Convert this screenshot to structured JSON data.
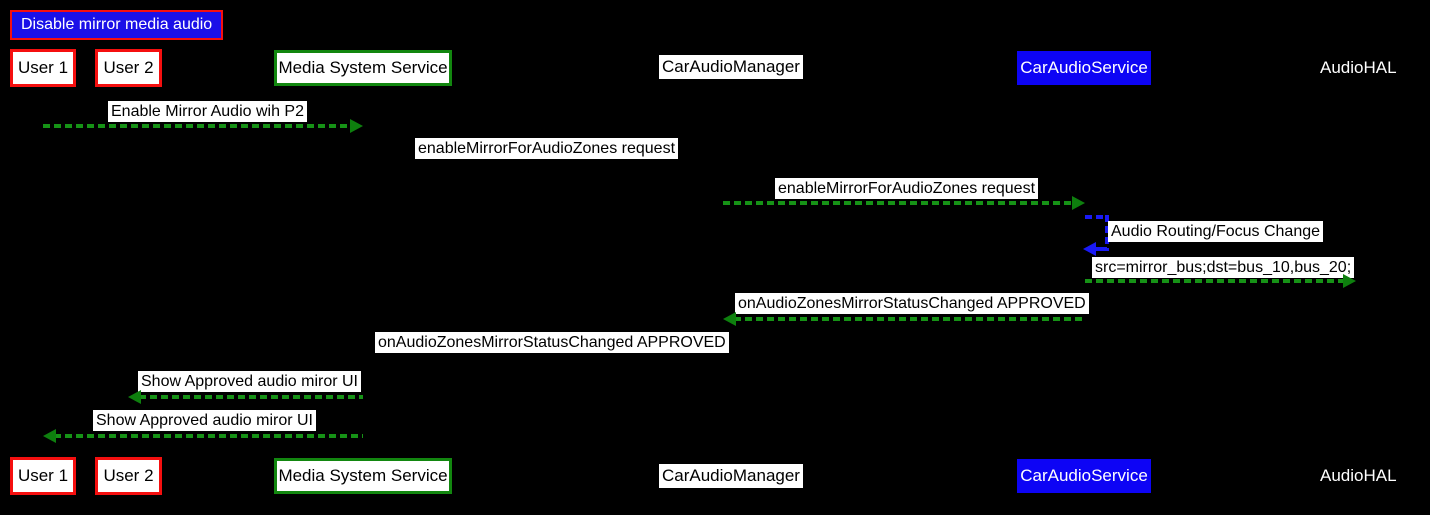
{
  "diagram": {
    "type": "sequence-diagram",
    "title": "Disable mirror media audio",
    "actors": [
      {
        "id": "user1",
        "label": "User 1",
        "style": "red-box"
      },
      {
        "id": "user2",
        "label": "User 2",
        "style": "red-box"
      },
      {
        "id": "mss",
        "label": "Media System Service",
        "style": "green-box"
      },
      {
        "id": "cam",
        "label": "CarAudioManager",
        "style": "white-label"
      },
      {
        "id": "cas",
        "label": "CarAudioService",
        "style": "blue-box"
      },
      {
        "id": "hal",
        "label": "AudioHAL",
        "style": "plain-text"
      }
    ],
    "messages": [
      {
        "label": "Enable Mirror Audio wih P2",
        "from": "user1",
        "to": "mss",
        "direction": "right",
        "arrow": true,
        "color": "green"
      },
      {
        "label": "enableMirrorForAudioZones request",
        "from": "mss",
        "to": "cam",
        "direction": "right",
        "arrow": false
      },
      {
        "label": "enableMirrorForAudioZones request",
        "from": "cam",
        "to": "cas",
        "direction": "right",
        "arrow": true,
        "color": "green"
      },
      {
        "label": "Audio Routing/Focus Change",
        "type": "self-loop",
        "actor": "cas",
        "arrow": true,
        "color": "blue"
      },
      {
        "label": "src=mirror_bus;dst=bus_10,bus_20;",
        "from": "cas",
        "to": "hal",
        "direction": "right",
        "arrow": true,
        "color": "green"
      },
      {
        "label": "onAudioZonesMirrorStatusChanged APPROVED",
        "from": "cas",
        "to": "cam",
        "direction": "left",
        "arrow": true,
        "color": "green"
      },
      {
        "label": "onAudioZonesMirrorStatusChanged APPROVED",
        "from": "cam",
        "to": "mss",
        "direction": "left",
        "arrow": false
      },
      {
        "label": "Show Approved audio miror UI",
        "from": "mss",
        "to": "user2",
        "direction": "left",
        "arrow": true,
        "color": "green"
      },
      {
        "label": "Show Approved audio miror UI",
        "from": "mss",
        "to": "user1",
        "direction": "left",
        "arrow": true,
        "color": "green"
      }
    ],
    "colors": {
      "background": "#000000",
      "title_fill": "#1a10e8",
      "title_border": "#f50f0f",
      "actor_red_border": "#f50f0f",
      "actor_green_border": "#12870f",
      "service_blue_fill": "#0d04f5",
      "message_arrow_green": "#169216",
      "self_loop_blue": "#1a1af5",
      "label_background": "#ffffff",
      "label_text": "#000000"
    }
  }
}
